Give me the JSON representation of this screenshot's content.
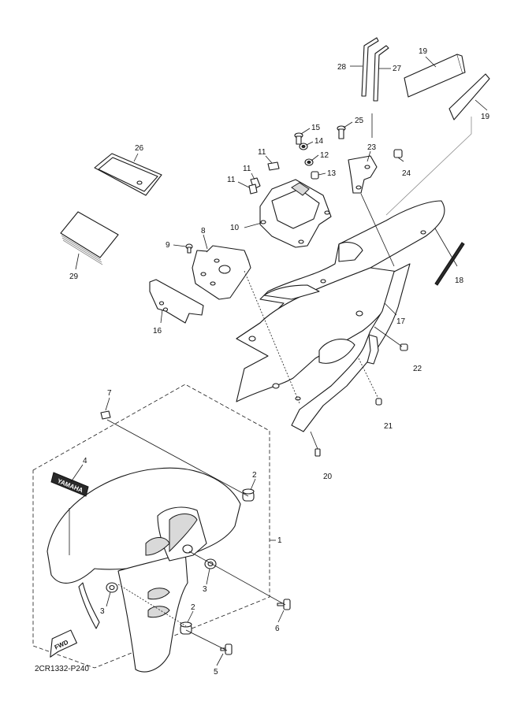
{
  "diagram": {
    "code": "2CR1332-P240",
    "fwd_label": "FWD",
    "decal_text": "YAMAHA",
    "callouts": {
      "c1": "1",
      "c2a": "2",
      "c2b": "2",
      "c3a": "3",
      "c3b": "3",
      "c4": "4",
      "c5": "5",
      "c6": "6",
      "c7": "7",
      "c8": "8",
      "c9": "9",
      "c10": "10",
      "c11a": "11",
      "c11b": "11",
      "c11c": "11",
      "c12": "12",
      "c13": "13",
      "c14": "14",
      "c15": "15",
      "c16": "16",
      "c17": "17",
      "c18": "18",
      "c19a": "19",
      "c19b": "19",
      "c20": "20",
      "c21": "21",
      "c22": "22",
      "c23": "23",
      "c24": "24",
      "c25": "25",
      "c26": "26",
      "c27": "27",
      "c28": "28",
      "c29": "29"
    }
  }
}
